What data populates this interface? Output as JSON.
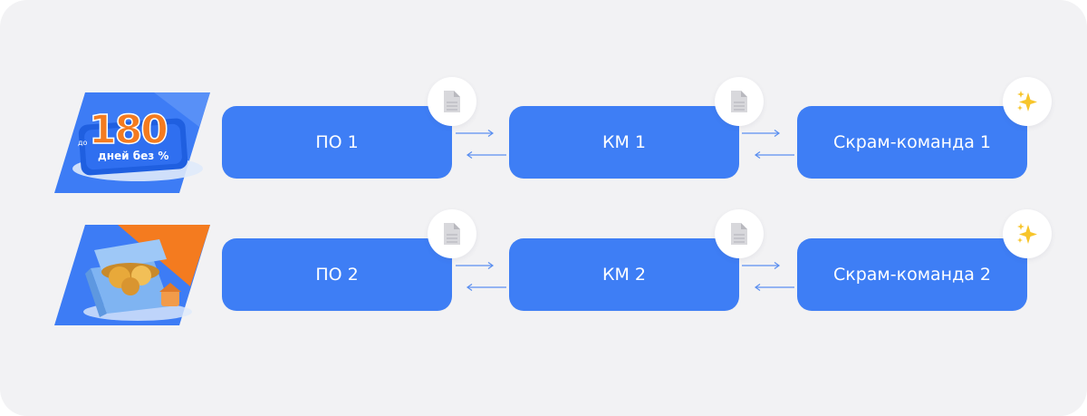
{
  "colors": {
    "canvas_bg": "#f2f2f4",
    "node_fill": "#3e7ef5",
    "node_text": "#ffffff",
    "arrow": "#5b8ff0",
    "badge_bg": "#ffffff",
    "promo_orange": "#f47b1f",
    "promo_blue": "#3d7cf5"
  },
  "promos": [
    {
      "icon": "promo-card-180-icon",
      "big_number": "180",
      "small_prefix": "до",
      "caption": "дней без %"
    },
    {
      "icon": "treasure-chest-coins-icon"
    }
  ],
  "rows": [
    {
      "nodes": [
        {
          "label": "ПО 1",
          "badge_icon": "document-icon"
        },
        {
          "label": "КМ 1",
          "badge_icon": "document-icon"
        },
        {
          "label": "Скрам-команда 1",
          "badge_icon": "sparkles-icon"
        }
      ]
    },
    {
      "nodes": [
        {
          "label": "ПО 2",
          "badge_icon": "document-icon"
        },
        {
          "label": "КМ 2",
          "badge_icon": "document-icon"
        },
        {
          "label": "Скрам-команда 2",
          "badge_icon": "sparkles-icon"
        }
      ]
    }
  ]
}
